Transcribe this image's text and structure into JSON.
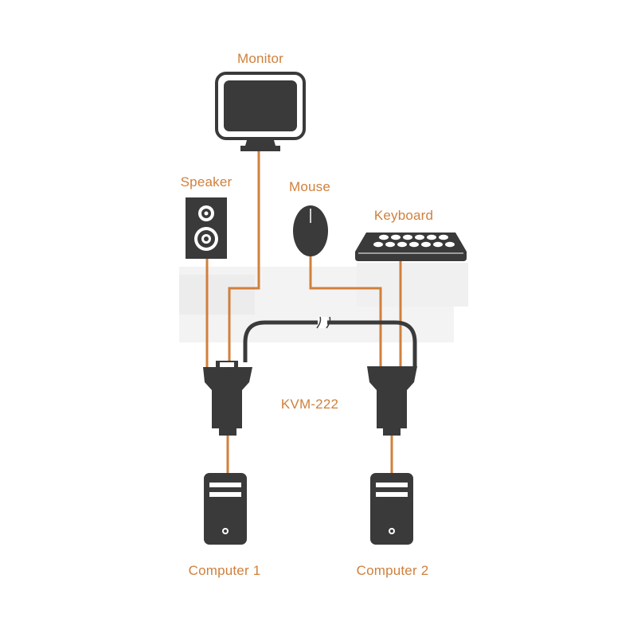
{
  "labels": {
    "monitor": "Monitor",
    "speaker": "Speaker",
    "mouse": "Mouse",
    "keyboard": "Keyboard",
    "kvm": "KVM-222",
    "computer1": "Computer 1",
    "computer2": "Computer 2"
  },
  "colors": {
    "cable": "#d0803c",
    "device": "#3a3a3a",
    "label": "#d0803c",
    "backdrop": "#f4f4f4"
  },
  "icons": [
    "monitor-icon",
    "speaker-icon",
    "mouse-icon",
    "keyboard-icon",
    "kvm-adapter-icon",
    "computer-tower-icon"
  ]
}
